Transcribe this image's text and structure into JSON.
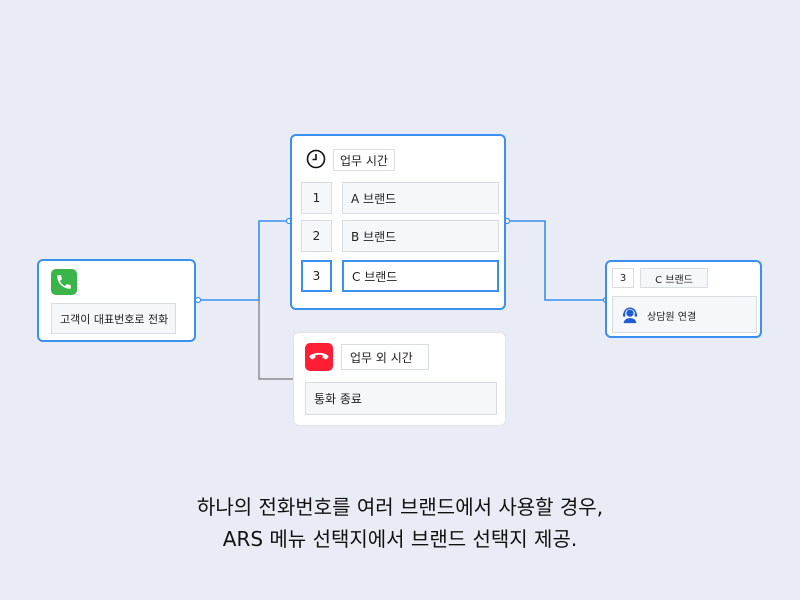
{
  "diagram": {
    "caller_node": {
      "label": "고객이 대표번호로 전화",
      "icon": "phone-icon"
    },
    "business_hours": {
      "title": "업무 시간",
      "icon": "clock-icon",
      "options": [
        {
          "key": "1",
          "label": "A 브랜드",
          "active": false
        },
        {
          "key": "2",
          "label": "B 브랜드",
          "active": false
        },
        {
          "key": "3",
          "label": "C 브랜드",
          "active": true
        }
      ]
    },
    "after_hours": {
      "title": "업무 외 시간",
      "icon": "hangup-icon",
      "action": "통화 종료"
    },
    "brand_c_node": {
      "key": "3",
      "brand": "C 브랜드",
      "action": "상담원 연결",
      "icon": "agent-headset-icon"
    },
    "colors": {
      "accent": "#3b8ff0",
      "call_green": "#3bb44a",
      "hangup_red": "#ff1f35"
    }
  },
  "caption": {
    "line1": "하나의 전화번호를 여러 브랜드에서 사용할 경우,",
    "line2": "ARS 메뉴 선택지에서 브랜드 선택지 제공."
  }
}
